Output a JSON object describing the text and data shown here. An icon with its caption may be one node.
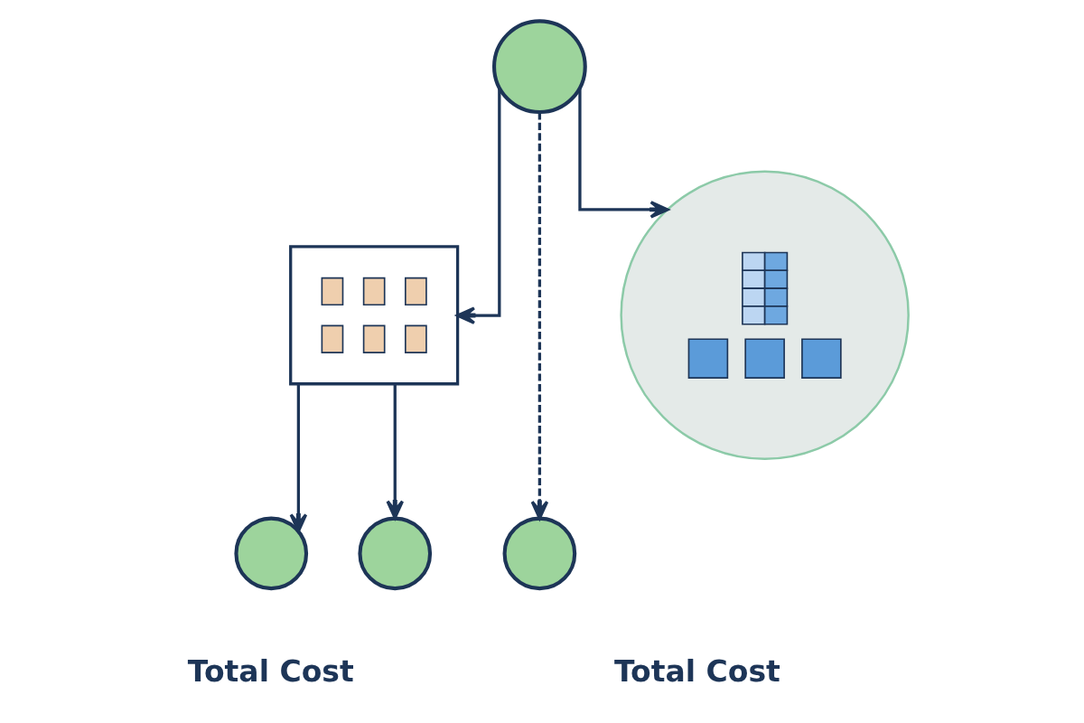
{
  "diagram": {
    "nodes": [
      {
        "text": [],
        "shape": "circle"
      },
      {
        "text": [],
        "shape": "box"
      },
      {
        "text": [],
        "shape": "circle"
      },
      {
        "text": [],
        "shape": "circle"
      },
      {
        "text": [],
        "shape": "circle"
      },
      {
        "text": [],
        "shape": "circle"
      }
    ],
    "edges": [
      {
        "from": 0,
        "to": 1,
        "arrow": "to"
      },
      {
        "from": 0,
        "to": 5,
        "arrow": "to",
        "style": "dashed"
      },
      {
        "from": 0,
        "to": 2,
        "arrow": "to"
      },
      {
        "from": 1,
        "to": 3,
        "arrow": "to"
      },
      {
        "from": 1,
        "to": 4,
        "arrow": "to"
      }
    ],
    "labels": [
      "Total Cost",
      "Total Cost"
    ]
  }
}
